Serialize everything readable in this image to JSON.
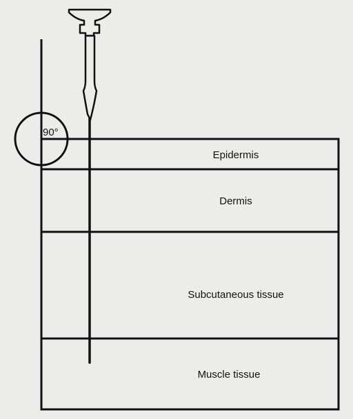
{
  "angle": {
    "label": "90°"
  },
  "layers": [
    {
      "name": "Epidermis"
    },
    {
      "name": "Dermis"
    },
    {
      "name": "Subcutaneous tissue"
    },
    {
      "name": "Muscle tissue"
    }
  ],
  "colors": {
    "background": "#ecedea",
    "stroke": "#111111"
  }
}
